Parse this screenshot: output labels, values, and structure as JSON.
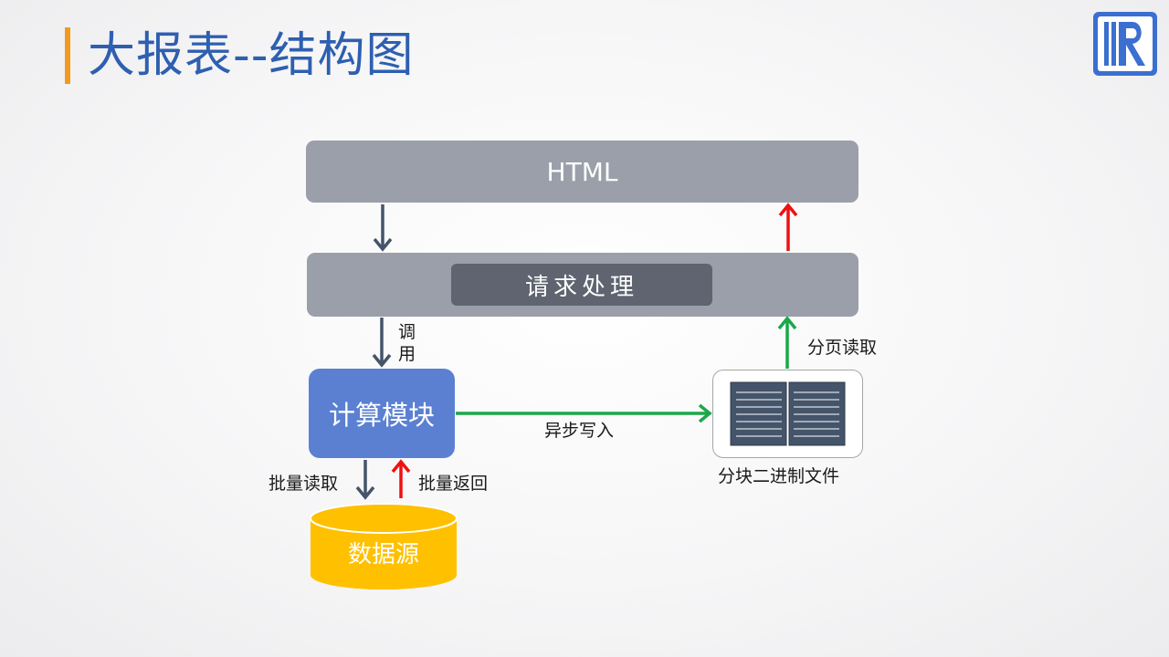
{
  "slide": {
    "title": "大报表--结构图"
  },
  "logo": {
    "icon": "raqsoft-r-logo-icon",
    "color": "#3b6fd0"
  },
  "diagram": {
    "nodes": {
      "html": "HTML",
      "request": "请求处理",
      "compute": "计算模块",
      "datasource": "数据源",
      "file": "分块二进制文件"
    },
    "edges": {
      "call": "调用",
      "batch_read": "批量读取",
      "batch_return": "批量返回",
      "async_write": "异步写入",
      "page_read": "分页读取"
    }
  },
  "colors": {
    "title_accent": "#f39a1e",
    "title_text": "#2e5fb0",
    "gray_box": "#9a9fa9",
    "dark_box": "#5f6470",
    "compute_box": "#5b80d2",
    "datasource": "#ffc000",
    "arrow_dark": "#44546a",
    "arrow_red": "#ee1111",
    "arrow_green": "#1aa84a"
  }
}
